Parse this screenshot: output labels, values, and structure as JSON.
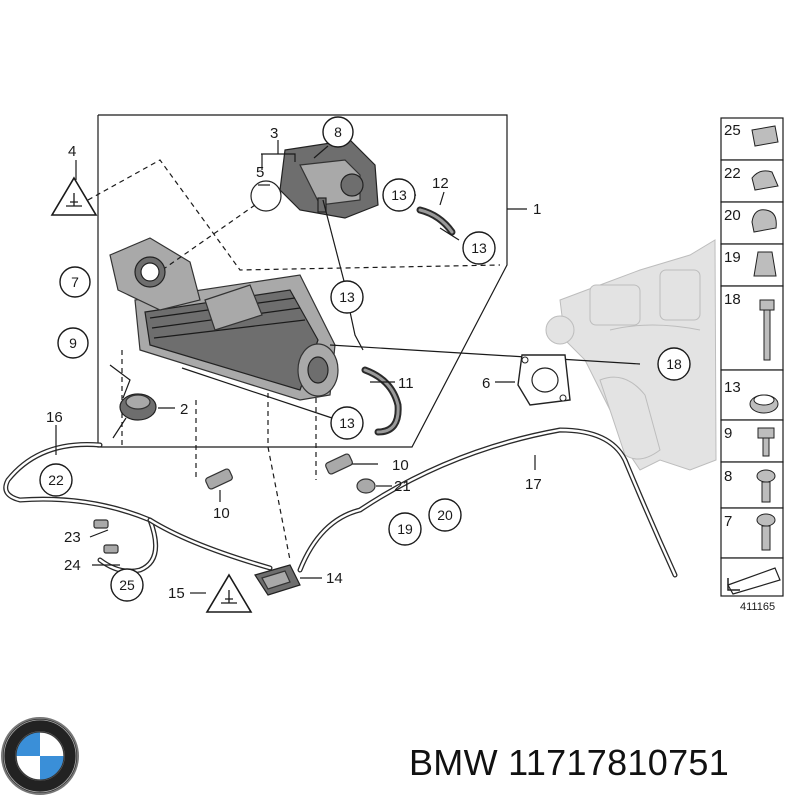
{
  "diagram": {
    "labels": {
      "l1": "1",
      "l2": "2",
      "l3": "3",
      "l4": "4",
      "l5": "5",
      "l6": "6",
      "l10a": "10",
      "l10b": "10",
      "l11": "11",
      "l12": "12",
      "l14": "14",
      "l15": "15",
      "l16": "16",
      "l17": "17",
      "l21": "21",
      "l23": "23",
      "l24": "24"
    },
    "circled": {
      "c7": "7",
      "c8": "8",
      "c9": "9",
      "c13a": "13",
      "c13b": "13",
      "c13c": "13",
      "c13d": "13",
      "c18": "18",
      "c19": "19",
      "c20": "20",
      "c22": "22",
      "c25": "25"
    },
    "legend": [
      "25",
      "22",
      "20",
      "19",
      "18",
      "13",
      "9",
      "8",
      "7"
    ],
    "reference_number": "411165"
  },
  "footer": {
    "brand": "BMW",
    "part_number": "11717810751",
    "brand_line": "BMW 11717810751"
  },
  "icons": [
    "bmw-logo-icon",
    "warning-triangle-icon",
    "cutout-arrow-icon"
  ]
}
